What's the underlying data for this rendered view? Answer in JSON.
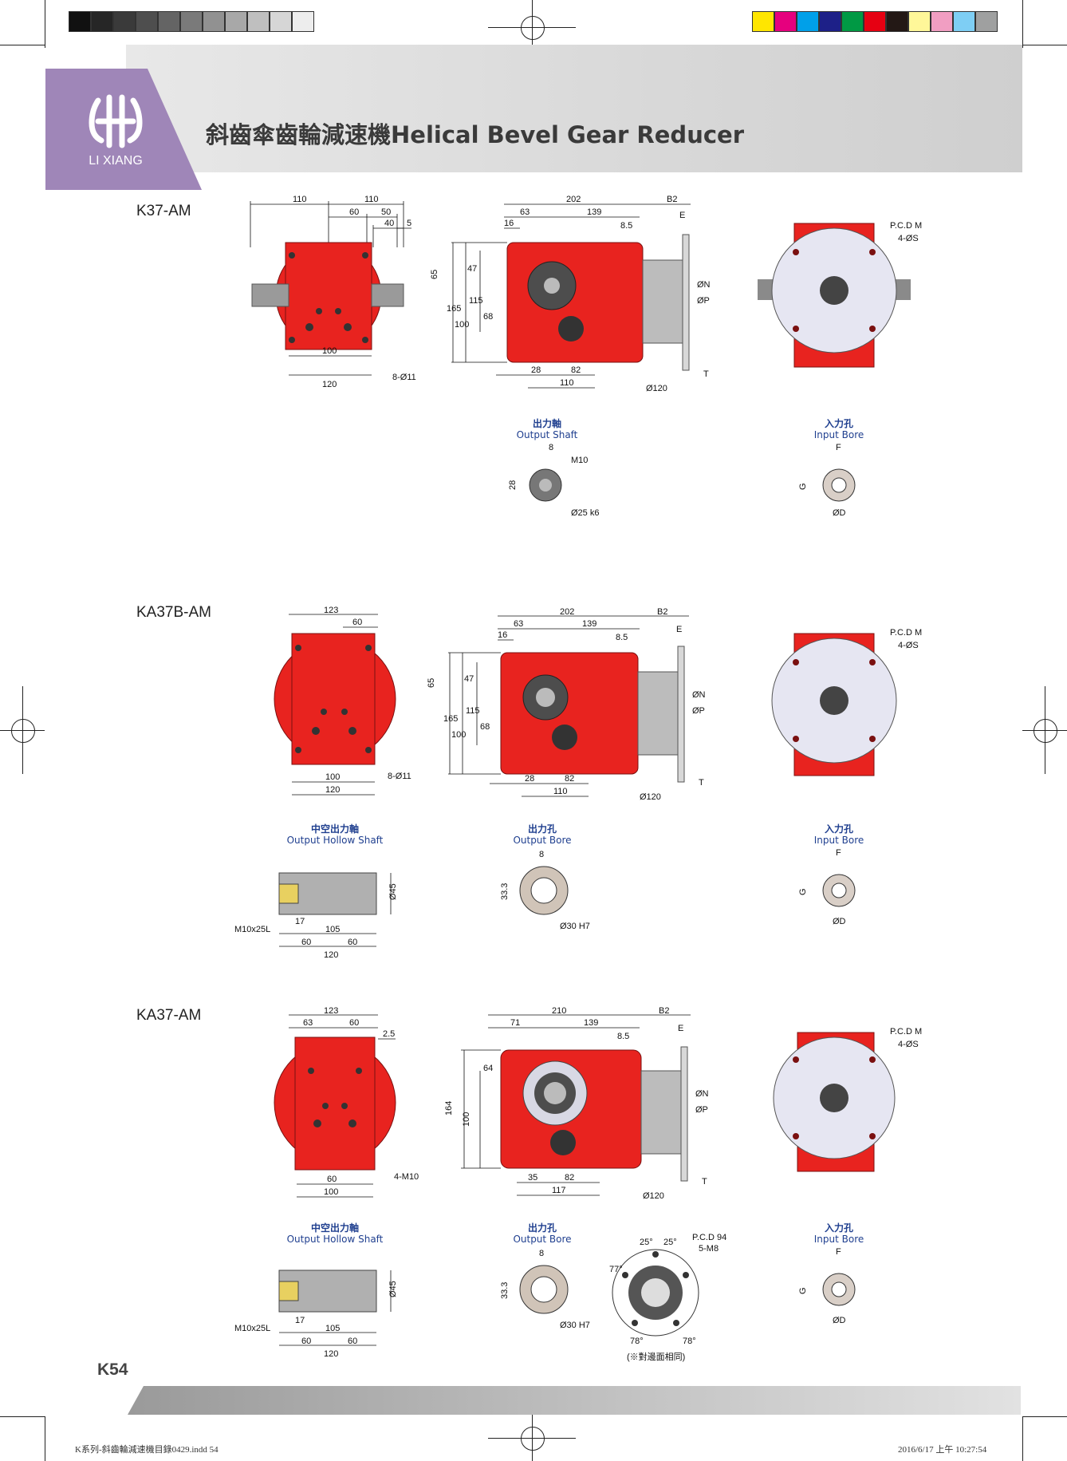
{
  "header": {
    "title": "斜齒傘齒輪減速機Helical Bevel Gear Reducer",
    "brand": "LI XIANG",
    "logo_icon": "lixiang-logo-icon",
    "band_color": "#d9d9d9",
    "logo_color": "#9f86b8"
  },
  "color_bar": {
    "gray_steps": [
      "#111111",
      "#262626",
      "#3a3a3a",
      "#4e4e4e",
      "#646464",
      "#7a7a7a",
      "#919191",
      "#a8a8a8",
      "#bfbfbf",
      "#d6d6d6",
      "#ededed"
    ],
    "process_colors": [
      "#ffe600",
      "#e6007e",
      "#00a0e9",
      "#1d2088",
      "#009944",
      "#e60012",
      "#231815",
      "#fff799",
      "#f19ec2",
      "#7ecef4",
      "#9fa0a0"
    ]
  },
  "sections": [
    {
      "model": "K37-AM",
      "body_color": "#e8231f",
      "front": {
        "dims": [
          "110",
          "110",
          "60",
          "50",
          "40",
          "5",
          "100",
          "120",
          "8-Ø11"
        ]
      },
      "side": {
        "dims": [
          "202",
          "B2",
          "63",
          "139",
          "16",
          "8.5",
          "E",
          "65",
          "47",
          "165",
          "115",
          "100",
          "68",
          "ØN",
          "ØP",
          "28",
          "82",
          "110",
          "Ø120",
          "T"
        ]
      },
      "flange": {
        "dims": [
          "P.C.D M",
          "4-ØS"
        ]
      },
      "detail_1": {
        "title_zh": "出力軸",
        "title_en": "Output Shaft",
        "dims": [
          "8",
          "M10",
          "28",
          "Ø25 k6"
        ]
      },
      "detail_2": {
        "title_zh": "入力孔",
        "title_en": "Input Bore",
        "dims": [
          "F",
          "G",
          "ØD"
        ]
      }
    },
    {
      "model": "KA37B-AM",
      "body_color": "#e8231f",
      "front": {
        "dims": [
          "123",
          "60",
          "100",
          "120",
          "8-Ø11"
        ]
      },
      "side": {
        "dims": [
          "202",
          "B2",
          "63",
          "139",
          "16",
          "8.5",
          "E",
          "65",
          "47",
          "165",
          "115",
          "100",
          "68",
          "ØN",
          "ØP",
          "28",
          "82",
          "110",
          "Ø120",
          "T"
        ]
      },
      "flange": {
        "dims": [
          "P.C.D M",
          "4-ØS"
        ]
      },
      "detail_1": {
        "title_zh": "中空出力軸",
        "title_en": "Output Hollow Shaft",
        "dims": [
          "Ø45",
          "M10x25L",
          "17",
          "105",
          "60",
          "60",
          "120"
        ]
      },
      "detail_2": {
        "title_zh": "出力孔",
        "title_en": "Output Bore",
        "dims": [
          "8",
          "33.3",
          "Ø30 H7"
        ]
      },
      "detail_3": {
        "title_zh": "入力孔",
        "title_en": "Input Bore",
        "dims": [
          "F",
          "G",
          "ØD"
        ]
      }
    },
    {
      "model": "KA37-AM",
      "body_color": "#e8231f",
      "front": {
        "dims": [
          "123",
          "63",
          "60",
          "2.5",
          "60",
          "100",
          "4-M10"
        ]
      },
      "side": {
        "dims": [
          "210",
          "B2",
          "71",
          "139",
          "8.5",
          "E",
          "64",
          "164",
          "100",
          "ØN",
          "ØP",
          "35",
          "82",
          "117",
          "Ø120",
          "T"
        ]
      },
      "flange": {
        "dims": [
          "P.C.D M",
          "4-ØS"
        ]
      },
      "detail_1": {
        "title_zh": "中空出力軸",
        "title_en": "Output Hollow Shaft",
        "dims": [
          "Ø45",
          "M10x25L",
          "17",
          "105",
          "60",
          "60",
          "120"
        ]
      },
      "detail_2": {
        "title_zh": "出力孔",
        "title_en": "Output Bore",
        "dims": [
          "8",
          "33.3",
          "Ø30 H7"
        ]
      },
      "detail_pcd": {
        "dims": [
          "25°",
          "25°",
          "P.C.D 94",
          "5-M8",
          "77°",
          "78°",
          "78°"
        ],
        "note": "(※對邊面相同)"
      },
      "detail_3": {
        "title_zh": "入力孔",
        "title_en": "Input Bore",
        "dims": [
          "F",
          "G",
          "ØD"
        ]
      }
    }
  ],
  "page_number": "K54",
  "slug_left": "K系列-斜齒輪減速機目錄0429.indd   54",
  "slug_right": "2016/6/17   上午 10:27:54"
}
